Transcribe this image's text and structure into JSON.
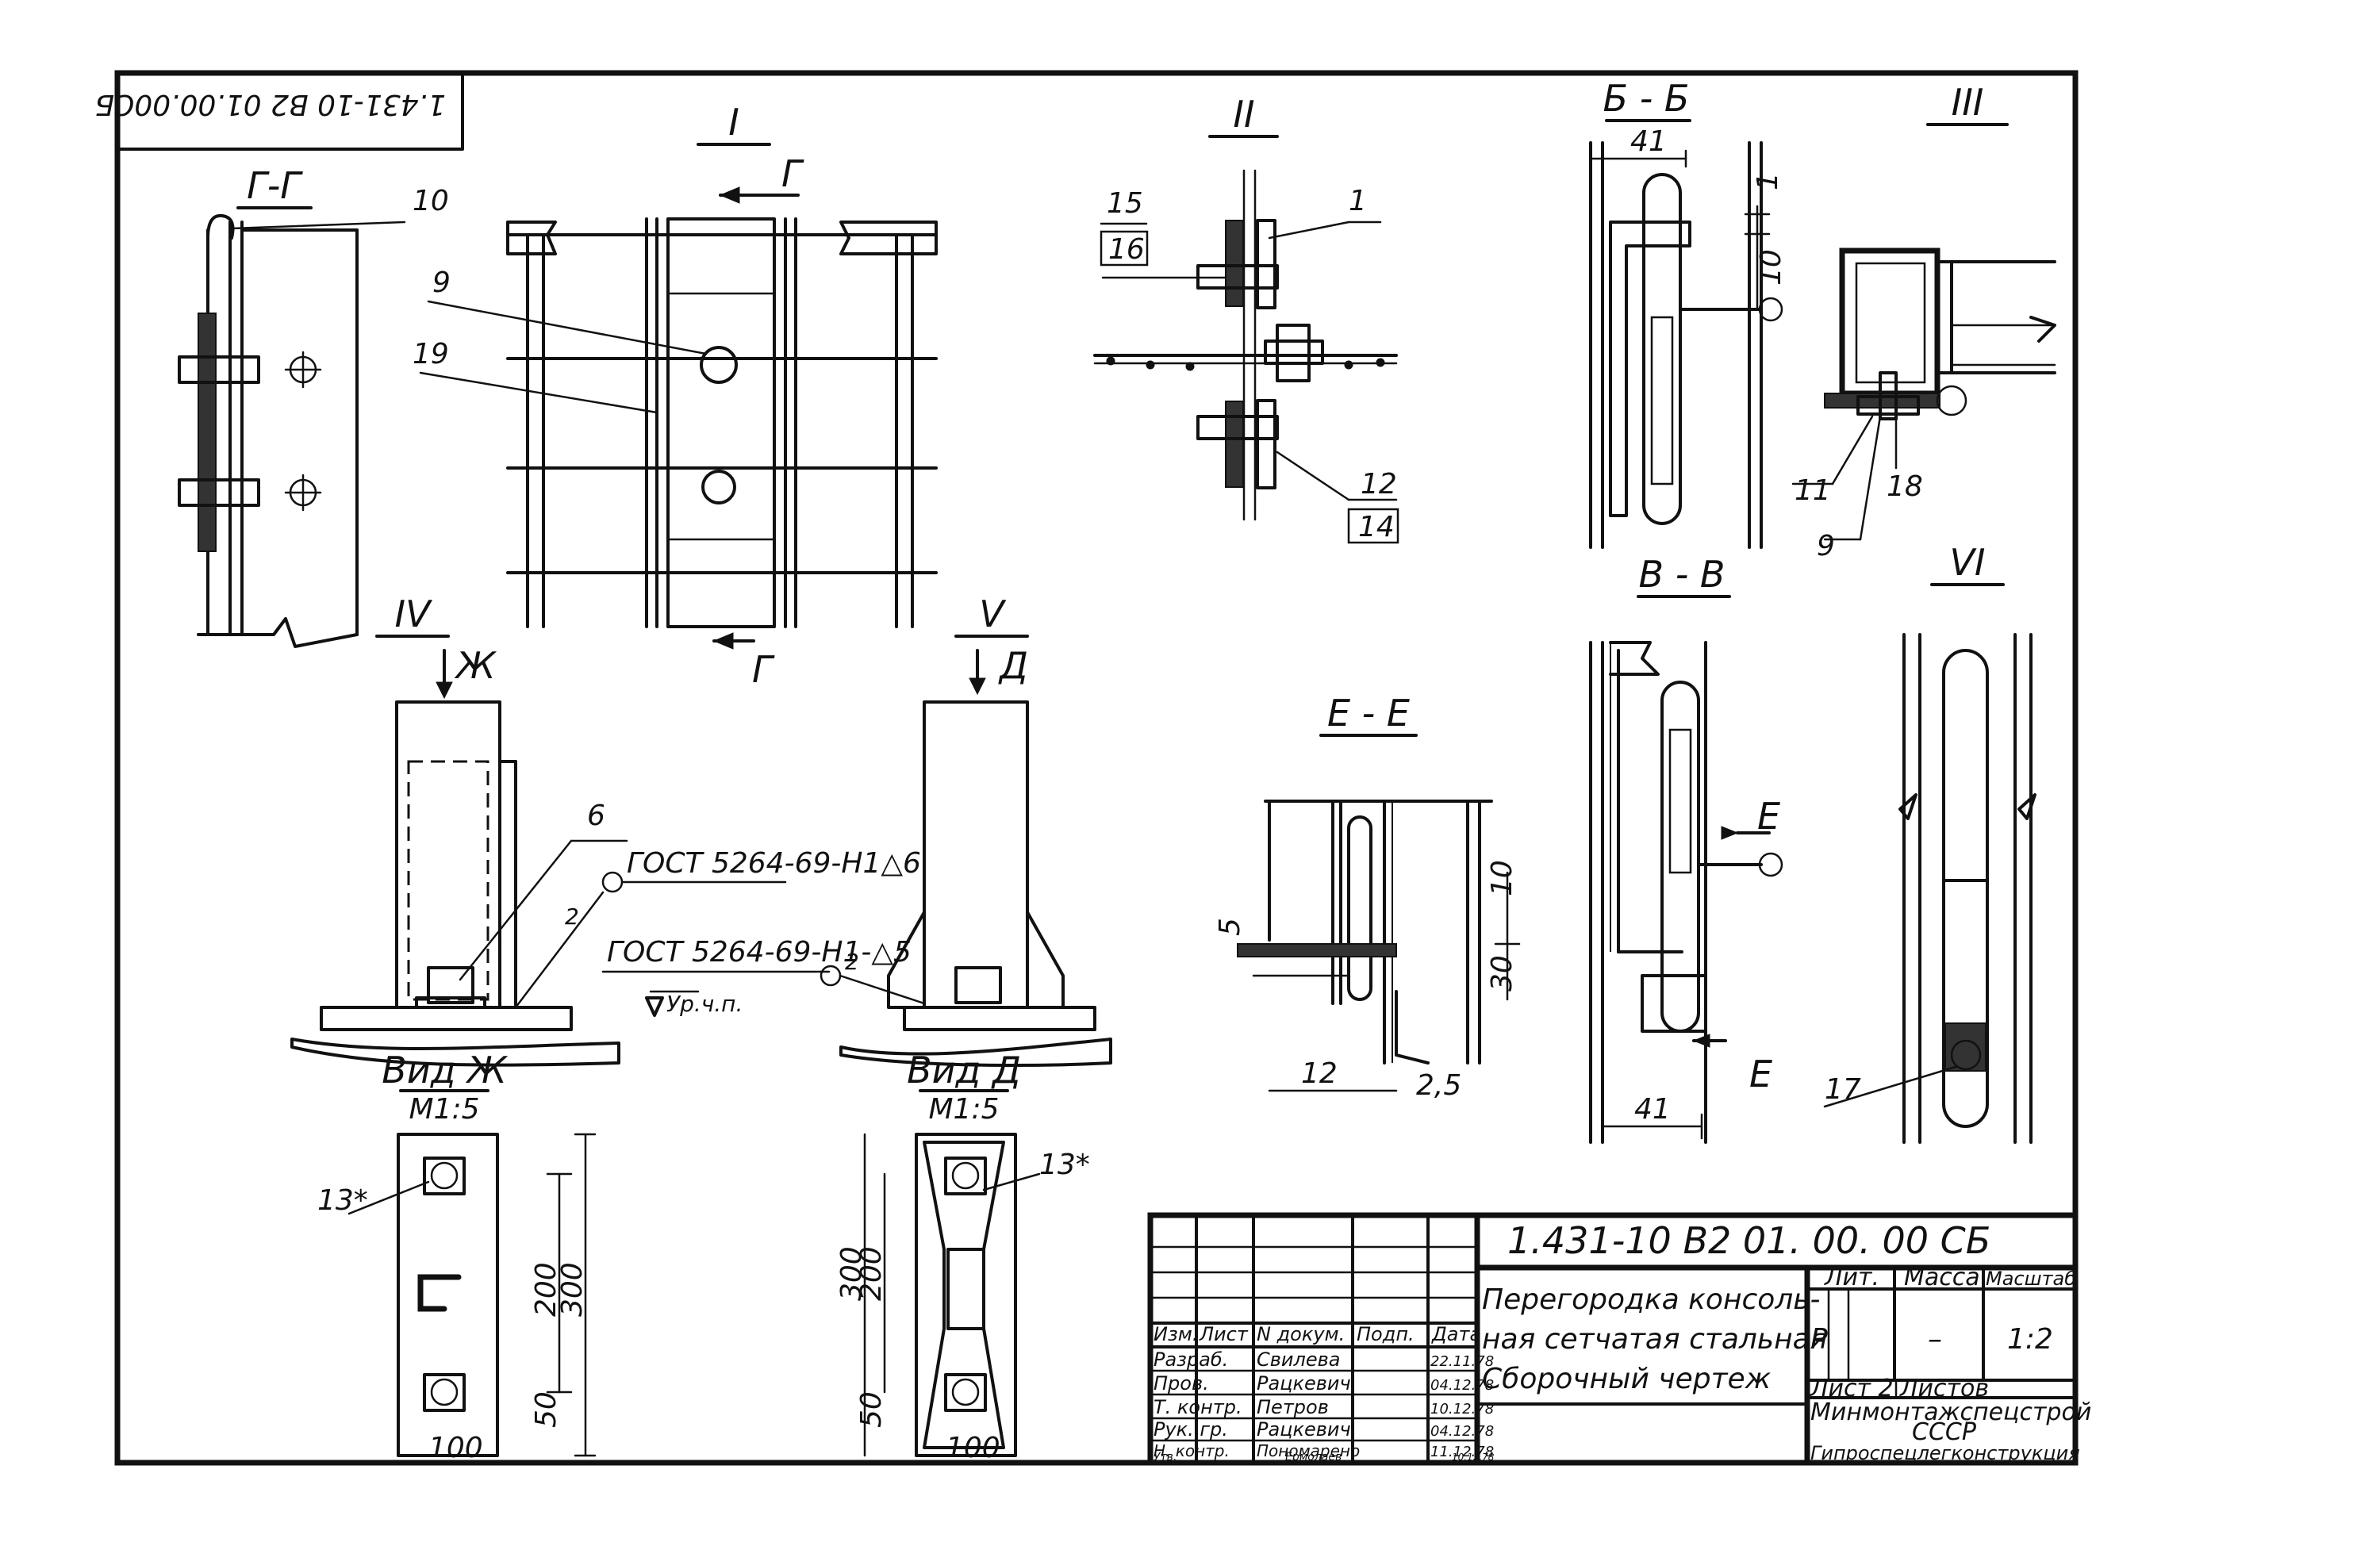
{
  "drawing": {
    "code_stamp": "1.431-10 В2 01.00.00СБ",
    "code_main": "1.431-10 В2 01. 00. 00 СБ"
  },
  "views": {
    "g_section": "Г-Г",
    "view_I": "I",
    "view_II": "II",
    "view_III": "III",
    "view_IV": "IV",
    "view_V": "V",
    "view_VI": "VI",
    "b_section": "Б - Б",
    "v_section": "В - В",
    "e_section": "Е - Е",
    "vid_zh": "Вид Ж",
    "vid_d": "Вид Д",
    "scale_zh": "М1:5",
    "scale_d": "М1:5"
  },
  "labels": {
    "cut_g": "Г",
    "cut_zh": "Ж",
    "cut_d": "Д",
    "cut_e": "Е",
    "floor": "Ур.ч.п.",
    "gost_1": "ГОСТ 5264-69-Н1△6",
    "gost_2": "ГОСТ 5264-69-Н1-△5",
    "weld_2a": "2",
    "weld_2b": "2"
  },
  "positions": {
    "p1": "1",
    "p6": "6",
    "p9a": "9",
    "p9b": "9",
    "p10": "10",
    "p11": "11",
    "p12": "12",
    "p13a": "13*",
    "p13b": "13*",
    "p14": "14",
    "p15": "15",
    "p16": "16",
    "p17": "17",
    "p18": "18",
    "p19": "19"
  },
  "dims": {
    "d41_top": "41",
    "d41_bot": "41",
    "d10_bb": "10",
    "d1_bb": "1",
    "d5": "5",
    "d12": "12",
    "d2_5": "2,5",
    "d10_ee": "10",
    "d30": "30",
    "d200_zh": "200",
    "d300_zh": "300",
    "d50_zh": "50",
    "d100_zh": "100",
    "d300_d": "300",
    "d200_d": "200",
    "d50_d": "50",
    "d100_d": "100"
  },
  "title_block": {
    "headers": [
      "Изм.",
      "Лист",
      "N докум.",
      "Подп.",
      "Дата"
    ],
    "rows": [
      {
        "role": "Разраб.",
        "name": "Свилева",
        "date": "22.11.78"
      },
      {
        "role": "Пров.",
        "name": "Рацкевич",
        "date": "04.12.78"
      },
      {
        "role": "Т. контр.",
        "name": "Петров",
        "date": "10.12.78"
      },
      {
        "role": "Рук. гр.",
        "name": "Рацкевич",
        "date": "04.12.78"
      },
      {
        "role": "Н. контр.",
        "name": "Пономарено",
        "date": "11.12.78"
      },
      {
        "role": "Утв.",
        "name": "Ермолаев",
        "date": "10.12.78"
      }
    ],
    "title_line1": "Перегородка консоль-",
    "title_line2": "ная сетчатая стальная",
    "title_line3": "Сборочный   чертеж",
    "col_lit": "Лит.",
    "col_mass": "Масса",
    "col_scale": "Масштаб",
    "lit_value": "Р",
    "mass_value": "–",
    "scale_value": "1:2",
    "sheet_label": "Лист 2",
    "sheets_label": "Листов",
    "org_line1": "Минмонтажспецстрой",
    "org_line2": "СССР",
    "org_line3": "Гипроспецлегконструкция"
  }
}
